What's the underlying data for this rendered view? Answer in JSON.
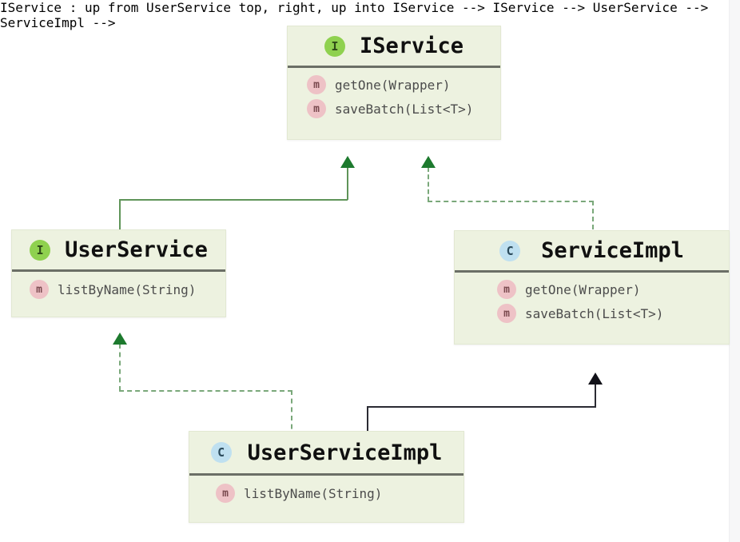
{
  "diagram": {
    "type": "uml-class-diagram",
    "background_color": "#ffffff",
    "node_fill": "#edf2e0",
    "node_border": "#e2e8d2",
    "header_rule_color": "#6b6f66",
    "inheritance_color": "#5f9459",
    "realization_color": "#7aa87a",
    "association_color": "#2b2b33",
    "arrow_green": "#1d7a2e",
    "arrow_black": "#111118",
    "interface_badge_color": "#8fd14f",
    "class_badge_color": "#bfe0f0",
    "method_badge_color": "#eec2c6"
  },
  "nodes": {
    "iservice": {
      "name": "IService",
      "stereotype": "interface",
      "badge_glyph": "I",
      "members": [
        {
          "badge_glyph": "m",
          "kind": "method",
          "label": "getOne(Wrapper)"
        },
        {
          "badge_glyph": "m",
          "kind": "method",
          "label": "saveBatch(List<T>)"
        }
      ]
    },
    "userservice": {
      "name": "UserService",
      "stereotype": "interface",
      "badge_glyph": "I",
      "members": [
        {
          "badge_glyph": "m",
          "kind": "method",
          "label": "listByName(String)"
        }
      ]
    },
    "serviceimpl": {
      "name": "ServiceImpl",
      "stereotype": "class",
      "badge_glyph": "C",
      "members": [
        {
          "badge_glyph": "m",
          "kind": "method",
          "label": "getOne(Wrapper)"
        },
        {
          "badge_glyph": "m",
          "kind": "method",
          "label": "saveBatch(List<T>)"
        }
      ]
    },
    "userserviceimpl": {
      "name": "UserServiceImpl",
      "stereotype": "class",
      "badge_glyph": "C",
      "members": [
        {
          "badge_glyph": "m",
          "kind": "method",
          "label": "listByName(String)"
        }
      ]
    }
  },
  "edges": [
    {
      "id": "userservice-extends-iservice",
      "from": "UserService",
      "to": "IService",
      "style": "solid",
      "relation": "generalization",
      "color": "#5f9459"
    },
    {
      "id": "serviceimpl-implements-iservice",
      "from": "ServiceImpl",
      "to": "IService",
      "style": "dashed",
      "relation": "realization",
      "color": "#7aa87a"
    },
    {
      "id": "userserviceimpl-implements-userservice",
      "from": "UserServiceImpl",
      "to": "UserService",
      "style": "dashed",
      "relation": "realization",
      "color": "#7aa87a"
    },
    {
      "id": "userserviceimpl-extends-serviceimpl",
      "from": "UserServiceImpl",
      "to": "ServiceImpl",
      "style": "solid",
      "relation": "generalization",
      "color": "#2b2b33"
    }
  ]
}
